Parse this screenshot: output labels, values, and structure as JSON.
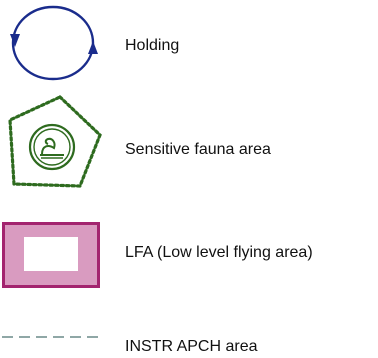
{
  "legend": {
    "items": [
      {
        "label": "Holding",
        "icon": "holding-icon",
        "color": "#1a2c8c"
      },
      {
        "label": "Sensitive fauna area",
        "icon": "sensitive-fauna-icon",
        "color": "#2e6b1f"
      },
      {
        "label": "LFA (Low level flying area)",
        "icon": "lfa-icon",
        "color": "#a3246f",
        "fill": "#d99bc0"
      },
      {
        "label": "INSTR APCH area",
        "icon": "instr-apch-icon",
        "color": "#6a8a88"
      }
    ]
  }
}
